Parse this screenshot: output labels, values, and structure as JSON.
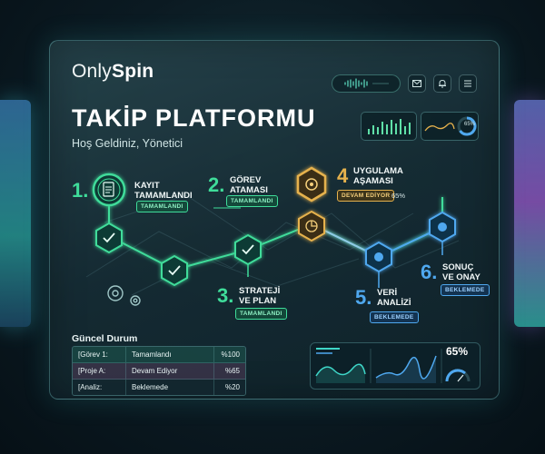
{
  "brand": {
    "name_a": "Only",
    "name_b": "Spin"
  },
  "header": {
    "title": "TAKİP PLATFORMU",
    "subtitle": "Hoş Geldiniz, Yönetici"
  },
  "metrics": {
    "gauge_pct": "65%",
    "summary_pct": "65%"
  },
  "steps": [
    {
      "num": "1.",
      "label_1": "KAYIT",
      "label_2": "TAMAMLANDI",
      "badge": "TAMAMLANDI",
      "color": "#3fdc9a"
    },
    {
      "num": "2.",
      "label_1": "GÖREV",
      "label_2": "ATAMASI",
      "badge": "TAMAMLANDI",
      "color": "#3fdc9a"
    },
    {
      "num": "3.",
      "label_1": "STRATEJİ",
      "label_2": "VE PLAN",
      "badge": "TAMAMLANDI",
      "color": "#3fdc9a"
    },
    {
      "num": "4",
      "label_1": "UYGULAMA",
      "label_2": "AŞAMASI",
      "badge": "DEVAM EDİYOR",
      "pct": "65%",
      "color": "#e6b24d"
    },
    {
      "num": "5.",
      "label_1": "VERİ",
      "label_2": "ANALİZİ",
      "badge": "BEKLEMEDE",
      "color": "#4fa8ef"
    },
    {
      "num": "6.",
      "label_1": "SONUÇ",
      "label_2": "VE ONAY",
      "badge": "BEKLEMEDE",
      "color": "#4fa8ef"
    }
  ],
  "status": {
    "title": "Güncel Durum",
    "rows": [
      {
        "name": "[Görev 1:",
        "state": "Tamamlandı",
        "value": "%100"
      },
      {
        "name": "[Proje A:",
        "state": "Devam Ediyor",
        "value": "%65"
      },
      {
        "name": "[Analiz:",
        "state": "Beklemede",
        "value": "%20"
      }
    ]
  },
  "colors": {
    "green": "#3fdc9a",
    "gold": "#e6b24d",
    "blue": "#4fa8ef",
    "accent": "#3fd6c8"
  }
}
